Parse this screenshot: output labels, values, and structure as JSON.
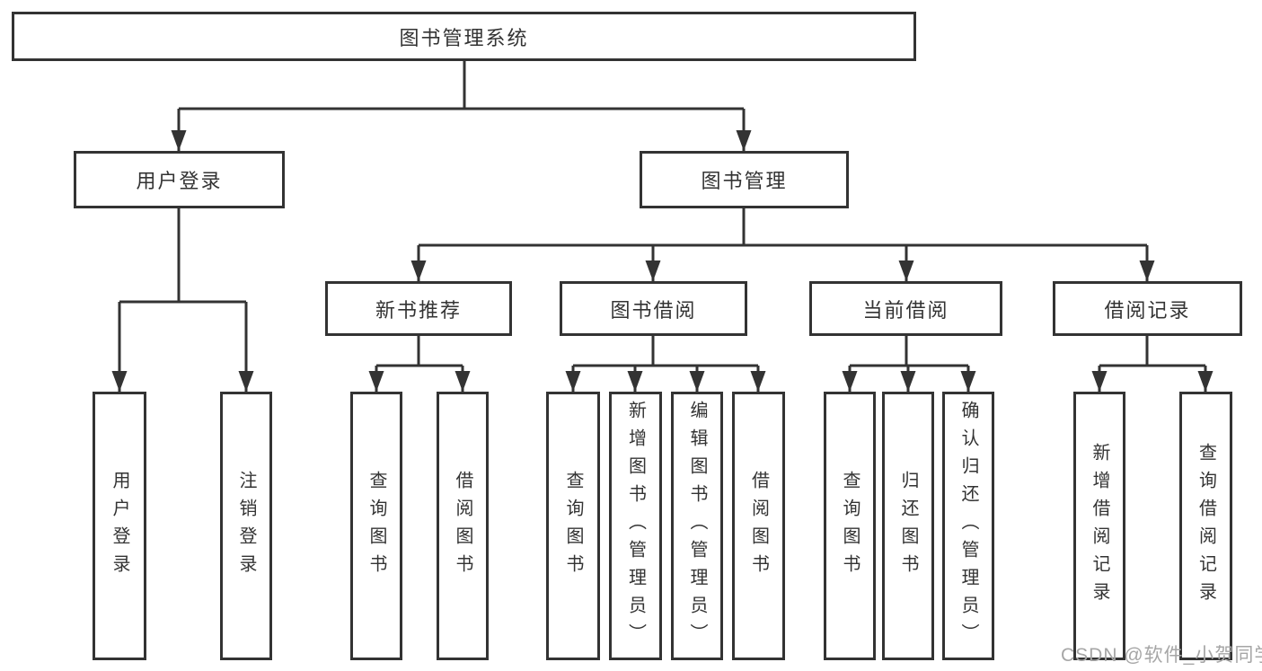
{
  "diagram": {
    "root": {
      "label": "图书管理系统"
    },
    "branches": [
      {
        "label": "用户登录",
        "leaves": [
          "用户登录",
          "注销登录"
        ]
      },
      {
        "label": "图书管理",
        "sections": [
          {
            "label": "新书推荐",
            "leaves": [
              "查询图书",
              "借阅图书"
            ]
          },
          {
            "label": "图书借阅",
            "leaves": [
              "查询图书",
              "新增图书（管理员）",
              "编辑图书（管理员）",
              "借阅图书"
            ]
          },
          {
            "label": "当前借阅",
            "leaves": [
              "查询图书",
              "归还图书",
              "确认归还（管理员）"
            ]
          },
          {
            "label": "借阅记录",
            "leaves": [
              "新增借阅记录",
              "查询借阅记录"
            ]
          }
        ]
      }
    ]
  },
  "watermark": {
    "text": "CSDN @软件_小贺同学"
  },
  "colors": {
    "line": "#333333",
    "text": "#333333",
    "watermark": "#a6a6a6",
    "background": "#ffffff"
  }
}
